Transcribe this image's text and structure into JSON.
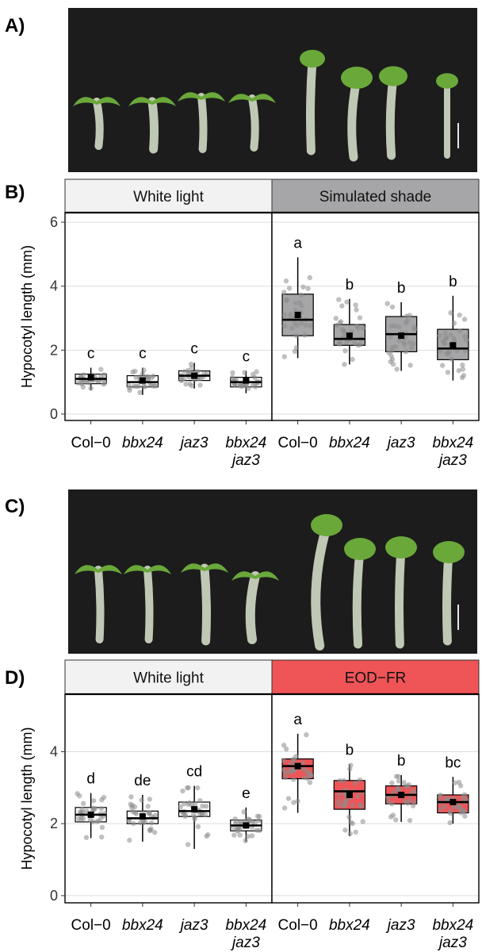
{
  "chart_data": [
    {
      "panel": "B)",
      "type": "boxplot",
      "ylabel": "Hypocotyl length (mm)",
      "ylim": [
        -0.2,
        6.3
      ],
      "yticks": [
        0,
        2,
        4,
        6
      ],
      "grid": true,
      "categories": [
        {
          "line1": "Col−0",
          "line2": "",
          "italic": false
        },
        {
          "line1": "bbx24",
          "line2": "",
          "italic": true
        },
        {
          "line1": "jaz3",
          "line2": "",
          "italic": true
        },
        {
          "line1": "bbx24",
          "line2": "jaz3",
          "italic": true
        }
      ],
      "facets": [
        {
          "strip": "White light",
          "strip_color": "#f2f2f2",
          "box_color": "#ffffff",
          "boxes": [
            {
              "q1": 0.95,
              "median": 1.1,
              "q3": 1.25,
              "wlo": 0.75,
              "whi": 1.45,
              "mean": 1.15,
              "letter": "c"
            },
            {
              "q1": 0.85,
              "median": 1.0,
              "q3": 1.2,
              "wlo": 0.6,
              "whi": 1.45,
              "mean": 1.05,
              "letter": "c"
            },
            {
              "q1": 1.05,
              "median": 1.2,
              "q3": 1.35,
              "wlo": 0.8,
              "whi": 1.6,
              "mean": 1.2,
              "letter": "c"
            },
            {
              "q1": 0.85,
              "median": 1.0,
              "q3": 1.15,
              "wlo": 0.65,
              "whi": 1.35,
              "mean": 1.05,
              "letter": "c"
            }
          ]
        },
        {
          "strip": "Simulated shade",
          "strip_color": "#a6a6a8",
          "box_color": "#a6a6a8",
          "boxes": [
            {
              "q1": 2.45,
              "median": 2.95,
              "q3": 3.75,
              "wlo": 1.75,
              "whi": 4.9,
              "mean": 3.1,
              "letter": "a"
            },
            {
              "q1": 2.15,
              "median": 2.35,
              "q3": 2.8,
              "wlo": 1.55,
              "whi": 3.6,
              "mean": 2.45,
              "letter": "b"
            },
            {
              "q1": 1.95,
              "median": 2.5,
              "q3": 3.05,
              "wlo": 1.35,
              "whi": 3.5,
              "mean": 2.45,
              "letter": "b"
            },
            {
              "q1": 1.7,
              "median": 2.05,
              "q3": 2.65,
              "wlo": 1.05,
              "whi": 3.7,
              "mean": 2.15,
              "letter": "b"
            }
          ]
        }
      ]
    },
    {
      "panel": "D)",
      "type": "boxplot",
      "ylabel": "Hypocotyl length (mm)",
      "ylim": [
        -0.2,
        5.6
      ],
      "yticks": [
        0,
        2,
        4
      ],
      "grid": true,
      "categories": [
        {
          "line1": "Col−0",
          "line2": "",
          "italic": false
        },
        {
          "line1": "bbx24",
          "line2": "",
          "italic": true
        },
        {
          "line1": "jaz3",
          "line2": "",
          "italic": true
        },
        {
          "line1": "bbx24",
          "line2": "jaz3",
          "italic": true
        }
      ],
      "facets": [
        {
          "strip": "White light",
          "strip_color": "#f2f2f2",
          "box_color": "#ffffff",
          "boxes": [
            {
              "q1": 2.05,
              "median": 2.25,
              "q3": 2.45,
              "wlo": 1.6,
              "whi": 2.85,
              "mean": 2.25,
              "letter": "d"
            },
            {
              "q1": 2.0,
              "median": 2.15,
              "q3": 2.35,
              "wlo": 1.5,
              "whi": 2.8,
              "mean": 2.2,
              "letter": "de"
            },
            {
              "q1": 2.2,
              "median": 2.35,
              "q3": 2.6,
              "wlo": 1.3,
              "whi": 3.05,
              "mean": 2.4,
              "letter": "cd"
            },
            {
              "q1": 1.8,
              "median": 1.95,
              "q3": 2.1,
              "wlo": 1.5,
              "whi": 2.45,
              "mean": 1.95,
              "letter": "e"
            }
          ]
        },
        {
          "strip": "EOD−FR",
          "strip_color": "#ef5457",
          "box_color": "#ef5457",
          "boxes": [
            {
              "q1": 3.25,
              "median": 3.6,
              "q3": 3.8,
              "wlo": 2.3,
              "whi": 4.5,
              "mean": 3.6,
              "letter": "a"
            },
            {
              "q1": 2.4,
              "median": 2.9,
              "q3": 3.2,
              "wlo": 1.65,
              "whi": 3.65,
              "mean": 2.8,
              "letter": "b"
            },
            {
              "q1": 2.55,
              "median": 2.8,
              "q3": 3.05,
              "wlo": 2.05,
              "whi": 3.35,
              "mean": 2.8,
              "letter": "b"
            },
            {
              "q1": 2.3,
              "median": 2.6,
              "q3": 2.8,
              "wlo": 2.0,
              "whi": 3.3,
              "mean": 2.6,
              "letter": "bc"
            }
          ]
        }
      ]
    }
  ],
  "photos": [
    {
      "panel": "A)",
      "seedlings": [
        "Col-0 WL",
        "bbx24 WL",
        "jaz3 WL",
        "bbx24 jaz3 WL",
        "Col-0 shade",
        "bbx24 shade",
        "jaz3 shade",
        "bbx24 jaz3 shade"
      ]
    },
    {
      "panel": "C)",
      "seedlings": [
        "Col-0 WL",
        "bbx24 WL",
        "jaz3 WL",
        "bbx24 jaz3 WL",
        "Col-0 EOD-FR",
        "bbx24 EOD-FR",
        "jaz3 EOD-FR",
        "bbx24 jaz3 EOD-FR"
      ]
    }
  ],
  "colors": {
    "photo_bg": "#1c1c1c",
    "seedling_green": "#6aa83a",
    "hypocotyl": "#bfc8b4"
  }
}
